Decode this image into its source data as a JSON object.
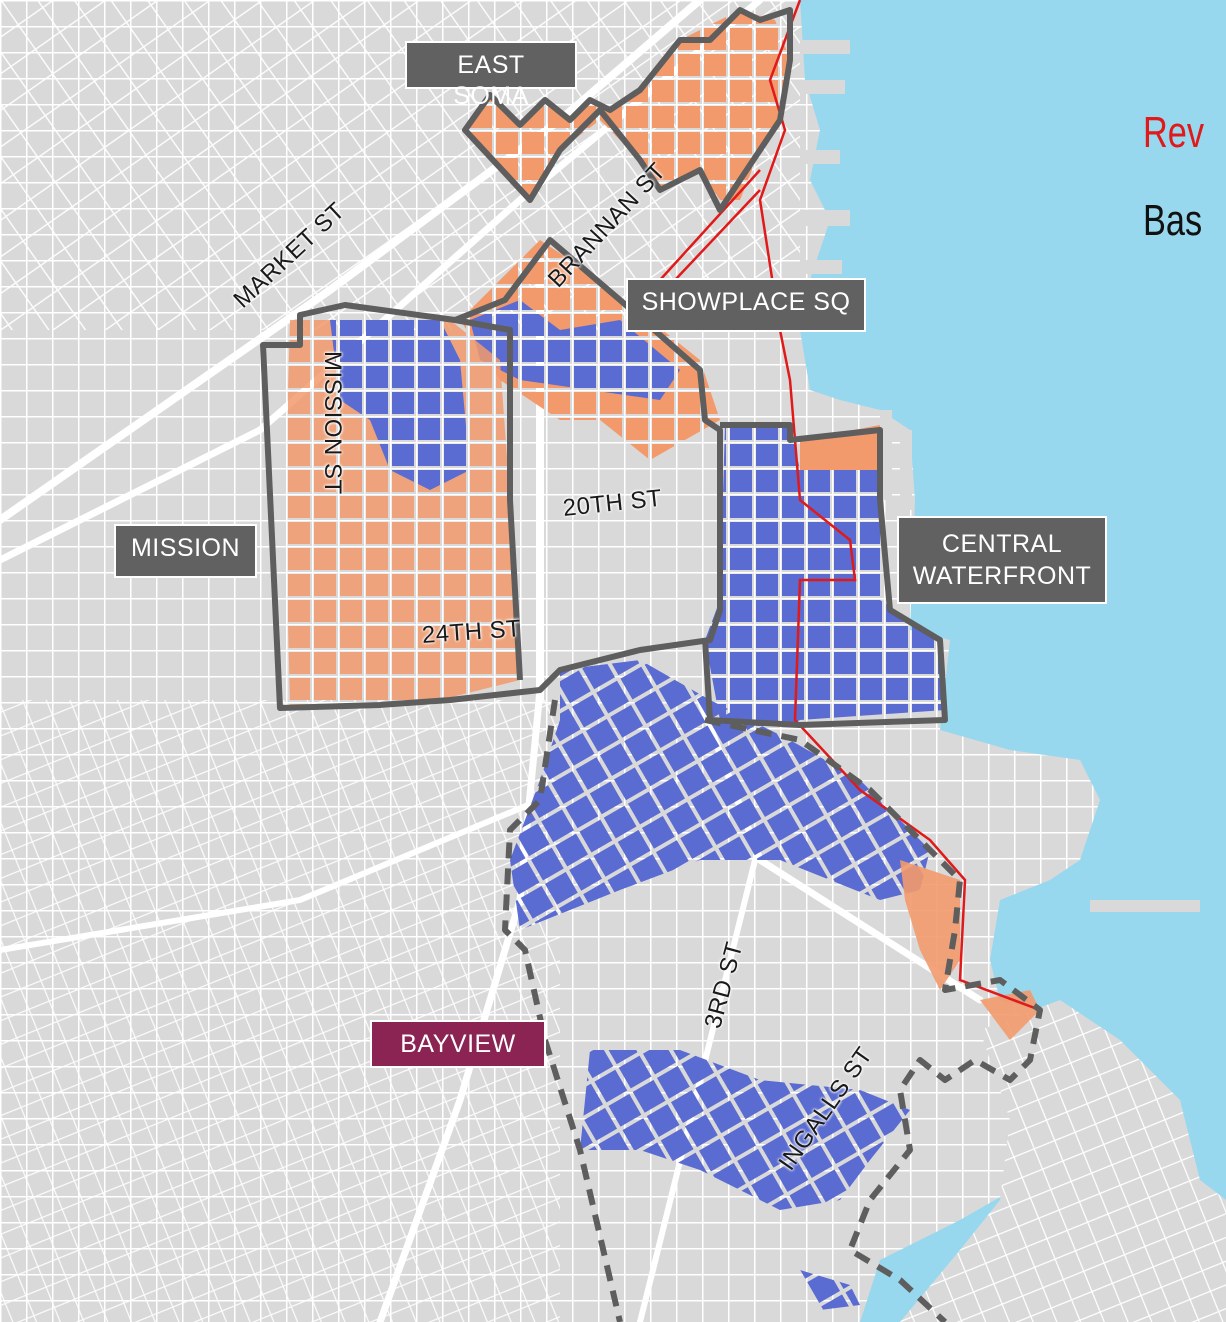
{
  "title": {
    "line1": "Rev",
    "line2": "Bas",
    "line1_color": "#e01a1a",
    "line2_color": "#111111"
  },
  "district_labels": {
    "east_soma": "EAST SOMA",
    "showplace_sq": "SHOWPLACE SQ",
    "mission": "MISSION",
    "central_waterfront": "CENTRAL WATERFRONT",
    "bayview": "BAYVIEW"
  },
  "street_labels": {
    "market_st": "MARKET ST",
    "brannan_st": "BRANNAN ST",
    "mission_st": "MISSION ST",
    "twentieth_st": "20TH ST",
    "twentyfourth_st": "24TH ST",
    "third_st": "3RD ST",
    "ingalls_st": "INGALLS ST"
  },
  "colors": {
    "water": "#97d8ef",
    "land": "#d9d9d9",
    "streets": "#ffffff",
    "parcel_orange": "#f29a6c",
    "parcel_blue": "#5a6bd1",
    "boundary": "#5e5e5e",
    "red_line": "#e01a1a",
    "label_gray": "#616161",
    "label_maroon": "#8b2452"
  },
  "icons": {
    "district_boundary": "solid-boundary-icon",
    "study_boundary": "dashed-boundary-icon"
  }
}
